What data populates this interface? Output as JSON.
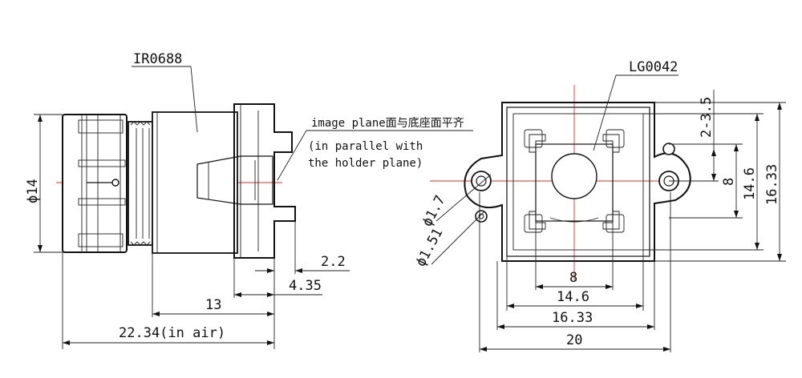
{
  "left_view": {
    "lens_model": "IR0688",
    "dia_14": "ϕ14",
    "image_plane_cn": "image plane面与底座面平齐",
    "parallel_line1": "(in parallel with",
    "parallel_line2": "the holder plane)",
    "dim_2_2": "2.2",
    "dim_4_35": "4.35",
    "dim_13": "13",
    "dim_22_34": "22.34(in air)"
  },
  "right_view": {
    "holder_model": "LG0042",
    "dim_2_3_5": "2-3.5",
    "dim_8_v": "8",
    "dim_14_6_v": "14.6",
    "dim_16_33_v": "16.33",
    "dim_8_h": "8",
    "dim_14_6_h": "14.6",
    "dim_16_33_h": "16.33",
    "dim_20": "20",
    "dia_1_7": "ϕ1.7",
    "dia_1_51": "ϕ1.51"
  }
}
